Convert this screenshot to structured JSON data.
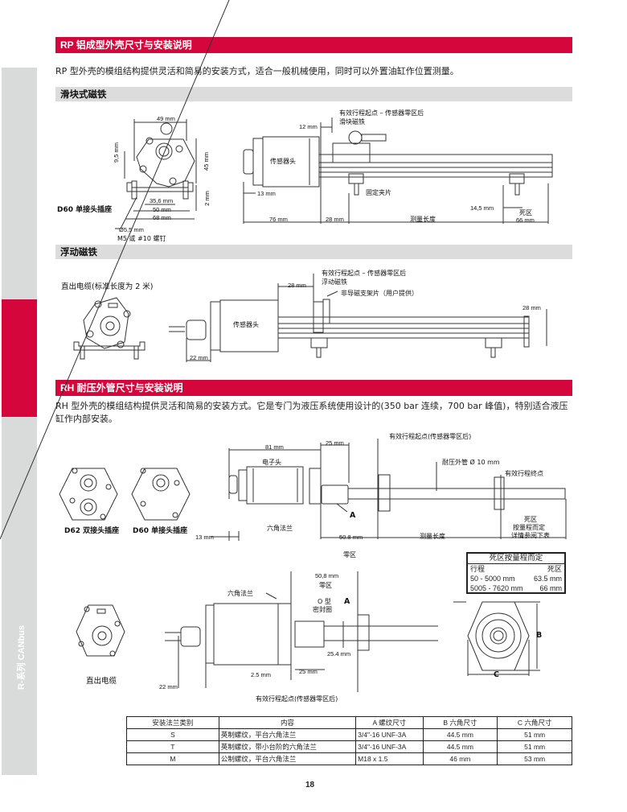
{
  "sidebar": {
    "tab_label": "R-系列 CANbus",
    "colors": {
      "grey": "#d9dada",
      "red": "#d4063b"
    }
  },
  "rp_section": {
    "title": "RP 铝成型外壳尺寸与安装说明",
    "intro": "RP 型外壳的模组结构提供灵活和简易的安装方式，适合一般机械使用，同时可以外置油缸作位置测量。",
    "slider_magnet": {
      "subtitle": "滑块式磁铁",
      "end_view": {
        "connector_label": "D60 单接头插座",
        "dims": {
          "width": "49 mm",
          "height_a": "9,5 mm",
          "height_b": "45 mm",
          "height_c": "2 mm",
          "hole_spacing": "35,6 mm",
          "base_inner": "50 mm",
          "base_outer": "68 mm",
          "hole_dia": "Ø5,5 mm",
          "screw": "M5 或 #10 螺钉"
        }
      },
      "side_view": {
        "head_label": "传感器头",
        "start_note": "有效行程起点 – 传感器零区后",
        "magnet_note": "滑块磁铁",
        "clamp_label": "固定夹片",
        "dims": {
          "d12": "12 mm",
          "d13": "13 mm",
          "d76": "76 mm",
          "d28": "28 mm",
          "measure": "测量长度",
          "d14_5": "14,5 mm",
          "dead_zone": "死区",
          "d66": "66 mm"
        }
      }
    },
    "floating_magnet": {
      "subtitle": "浮动磁铁",
      "cable_label": "直出电缆(标准长度为 2 米)",
      "side_view": {
        "head_label": "传感器头",
        "start_note": "有效行程起点 – 传感器零区后",
        "magnet_note": "浮动磁铁",
        "bracket_note": "非导磁支架片（用户提供）",
        "dims": {
          "d28a": "28 mm",
          "d28b": "28 mm",
          "d22": "22 mm"
        }
      }
    }
  },
  "rh_section": {
    "title": "RH 耐压外管尺寸与安装说明",
    "intro": "RH 型外壳的模组结构提供灵活和简易的安装方式。它是专门为液压系统使用设计的(350 bar 连续，700 bar 峰值)，特别适合液压缸作内部安装。",
    "connectors": {
      "d62": "D62 双接头插座",
      "d60": "D60 单接头插座"
    },
    "top_view": {
      "head_label": "电子头",
      "hex_flange": "六角法兰",
      "start_note": "有效行程起点(传感器零区后)",
      "tube_note": "耐压外管 Ø 10 mm",
      "end_note": "有效行程终点",
      "thread_label": "A",
      "dead_zone_note": [
        "死区",
        "按量程而定",
        "详情参阅下表"
      ],
      "dims": {
        "d81": "81 mm",
        "d25": "25 mm",
        "d13": "13 mm",
        "d50_8": "50.8 mm",
        "measure": "测量长度",
        "zero_zone": "零区"
      }
    },
    "dead_zone_table": {
      "title": "死区按量程而定",
      "headers": [
        "行程",
        "死区"
      ],
      "rows": [
        [
          "50 - 5000 mm",
          "63.5 mm"
        ],
        [
          "5005 - 7620 mm",
          "66 mm"
        ]
      ]
    },
    "cable_view": {
      "cable_label": "直出电缆",
      "hex_flange": "六角法兰",
      "oring": [
        "O 型",
        "密封圈"
      ],
      "thread_label": "A",
      "start_note": "有效行程起点(传感器零区后)",
      "dims": {
        "d50_8": "50,8 mm",
        "zero_zone": "零区",
        "d25_4": "25.4 mm",
        "d2_5": "2.5 mm",
        "d25": "25 mm",
        "d22": "22 mm"
      }
    },
    "hex_view": {
      "b": "B",
      "c": "C"
    },
    "flange_table": {
      "headers": [
        "安装法兰类别",
        "内容",
        "A 螺纹尺寸",
        "B 六角尺寸",
        "C 六角尺寸"
      ],
      "rows": [
        [
          "S",
          "英制螺纹，平台六角法兰",
          "3/4\"-16 UNF-3A",
          "44.5 mm",
          "51 mm"
        ],
        [
          "T",
          "英制螺纹，带小台阶的六角法兰",
          "3/4\"-16 UNF-3A",
          "44.5 mm",
          "51 mm"
        ],
        [
          "M",
          "公制螺纹，平台六角法兰",
          "M18 x 1.5",
          "46 mm",
          "53 mm"
        ]
      ]
    }
  },
  "footer": {
    "page_number": "18"
  }
}
